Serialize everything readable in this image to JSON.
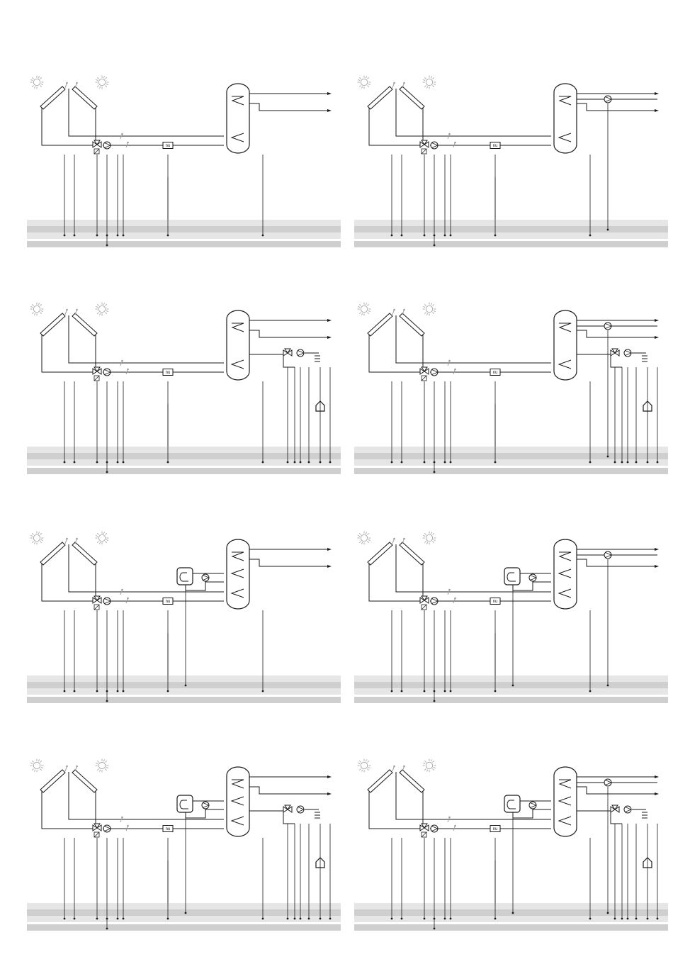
{
  "sheet": {
    "background": "#ffffff",
    "line_color": "#1a1a1a",
    "band_color_light": "#e6e6e6",
    "band_color_dark": "#cfcfcf",
    "sensor_color": "#9a9a9a"
  },
  "heat_meter_label": "nu",
  "icons": [
    "sun-icon",
    "solar-collector-icon",
    "three-way-valve-icon",
    "pump-icon",
    "heat-meter-icon",
    "storage-tank-icon",
    "heat-exchanger-coil-icon",
    "boiler-icon",
    "radiator-icon",
    "house-icon",
    "temperature-sensor-icon"
  ],
  "diagrams": [
    {
      "id": "d1",
      "boiler": false,
      "dhw_pump": false,
      "heating_circuit": false
    },
    {
      "id": "d2",
      "boiler": false,
      "dhw_pump": false,
      "heating_circuit": true
    },
    {
      "id": "d3",
      "boiler": true,
      "dhw_pump": false,
      "heating_circuit": false
    },
    {
      "id": "d4",
      "boiler": true,
      "dhw_pump": false,
      "heating_circuit": true
    },
    {
      "id": "d5",
      "boiler": false,
      "dhw_pump": true,
      "heating_circuit": false
    },
    {
      "id": "d6",
      "boiler": false,
      "dhw_pump": true,
      "heating_circuit": true
    },
    {
      "id": "d7",
      "boiler": true,
      "dhw_pump": true,
      "heating_circuit": false
    },
    {
      "id": "d8",
      "boiler": true,
      "dhw_pump": true,
      "heating_circuit": true
    }
  ]
}
